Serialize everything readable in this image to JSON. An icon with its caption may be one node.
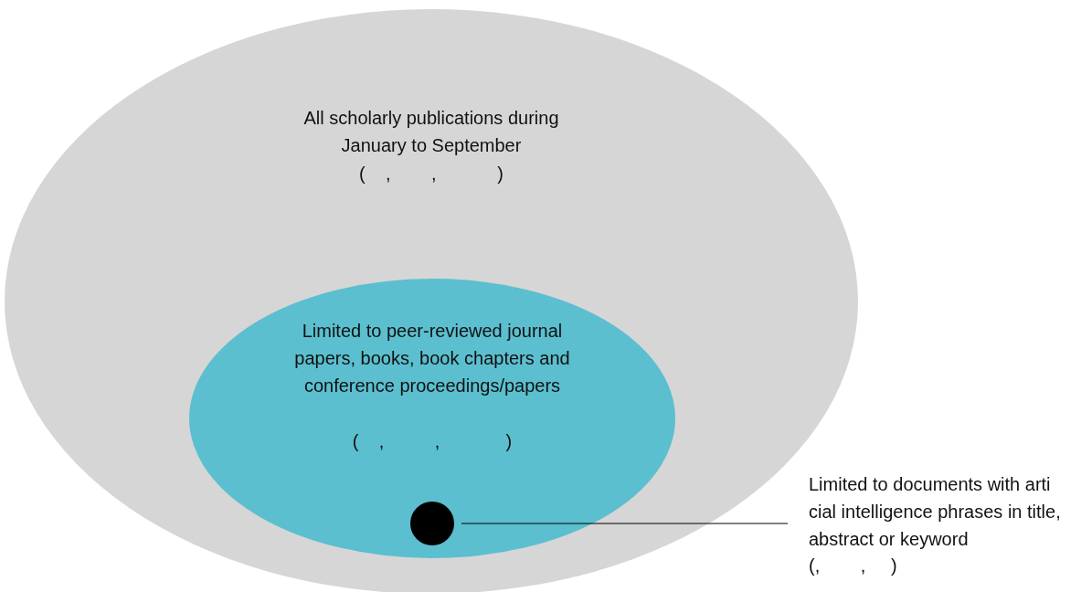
{
  "diagram": {
    "nodes": [
      {
        "text": [
          "All scholarly publications during January to September",
          "(    ,        ,            )"
        ]
      },
      {
        "text": [
          "Limited to peer-reviewed journal papers, books, book chapters and conference proceedings/papers",
          "(    ,          ,             )"
        ],
        "in": 0
      },
      {
        "text": [],
        "shape": "circle",
        "in": 1
      },
      {
        "text": [
          "Limited to documents with arti cial intelligence phrases in title, abstract or keyword",
          "(,        ,     )"
        ]
      }
    ],
    "edges": [
      {
        "from": 3,
        "to": 2,
        "arrow": "none"
      }
    ]
  }
}
